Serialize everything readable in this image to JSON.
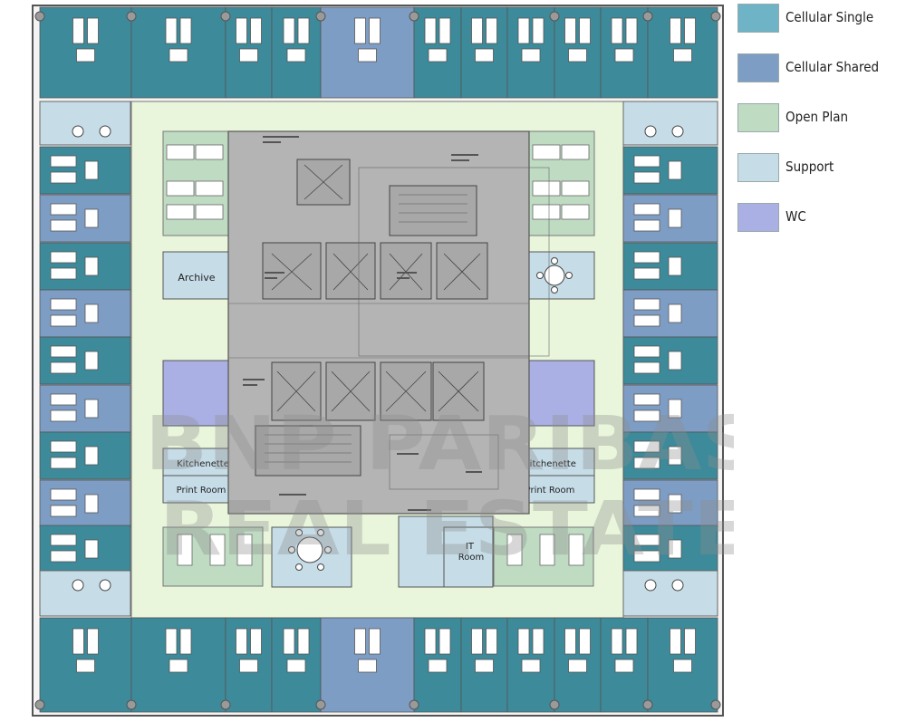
{
  "legend": [
    {
      "label": "Cellular Single",
      "color": "#6fb3c7"
    },
    {
      "label": "Cellular Shared",
      "color": "#7e9dc4"
    },
    {
      "label": "Open Plan",
      "color": "#bfdcc3"
    },
    {
      "label": "Support",
      "color": "#c6dde8"
    },
    {
      "label": "WC",
      "color": "#aab0e3"
    }
  ],
  "rooms": {
    "archive": "Archive",
    "kitchenette_left": "Kitchenette",
    "print_room_left": "Print Room",
    "kitchenette_right": "Kitchenette",
    "print_room_right": "Print Room",
    "it_room_line1": "IT",
    "it_room_line2": "Room"
  },
  "watermark": {
    "line1": "BNP PARIBAS",
    "line2": "REAL ESTATE"
  },
  "colors": {
    "cellular_single_dark": "#3d8a9a",
    "open_plan_floor": "#eaf6dc",
    "core": "#b4b4b4"
  }
}
